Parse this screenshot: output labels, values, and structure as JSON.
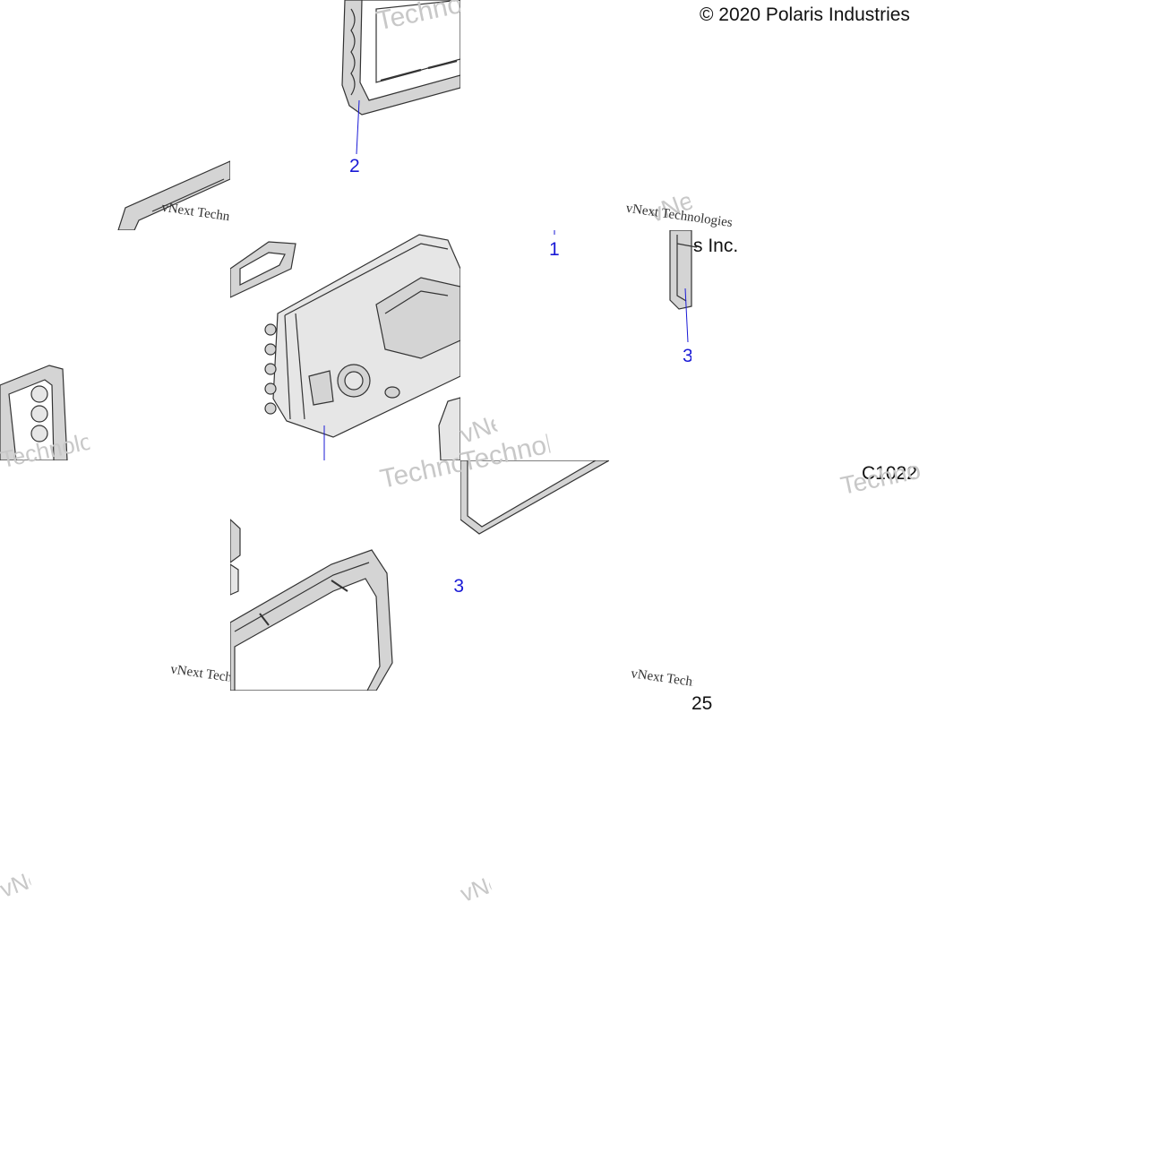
{
  "colors": {
    "line": "#333333",
    "part_fill": "#d4d4d4",
    "part_fill_light": "#e6e6e6",
    "callout": "#1a1ad6",
    "text": "#111111",
    "watermark": "#9a9a9a"
  },
  "copyright": "© 2020 Polaris Industries",
  "copyright_tail": "s Inc.",
  "figure_code": "C1022",
  "page_number": "25",
  "callouts": [
    {
      "label": "1"
    },
    {
      "label": "2"
    },
    {
      "label": "3"
    },
    {
      "label": "3"
    }
  ],
  "watermark": {
    "brand": "vNext",
    "word": "Technologies",
    "serif_line": "vNext Technologies"
  }
}
